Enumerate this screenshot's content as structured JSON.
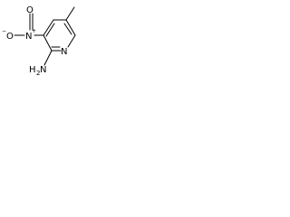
{
  "molecule": {
    "atoms": {
      "pyridine_n": "N",
      "amino": {
        "main": "H",
        "sub": "2",
        "tail": "N"
      },
      "nitro_n": {
        "main": "N",
        "charge": "+"
      },
      "nitro_o_top": "O",
      "nitro_o_left": {
        "main": "O",
        "charge": "−"
      }
    },
    "colors": {
      "background": "#ffffff",
      "ink": "#000000"
    }
  }
}
